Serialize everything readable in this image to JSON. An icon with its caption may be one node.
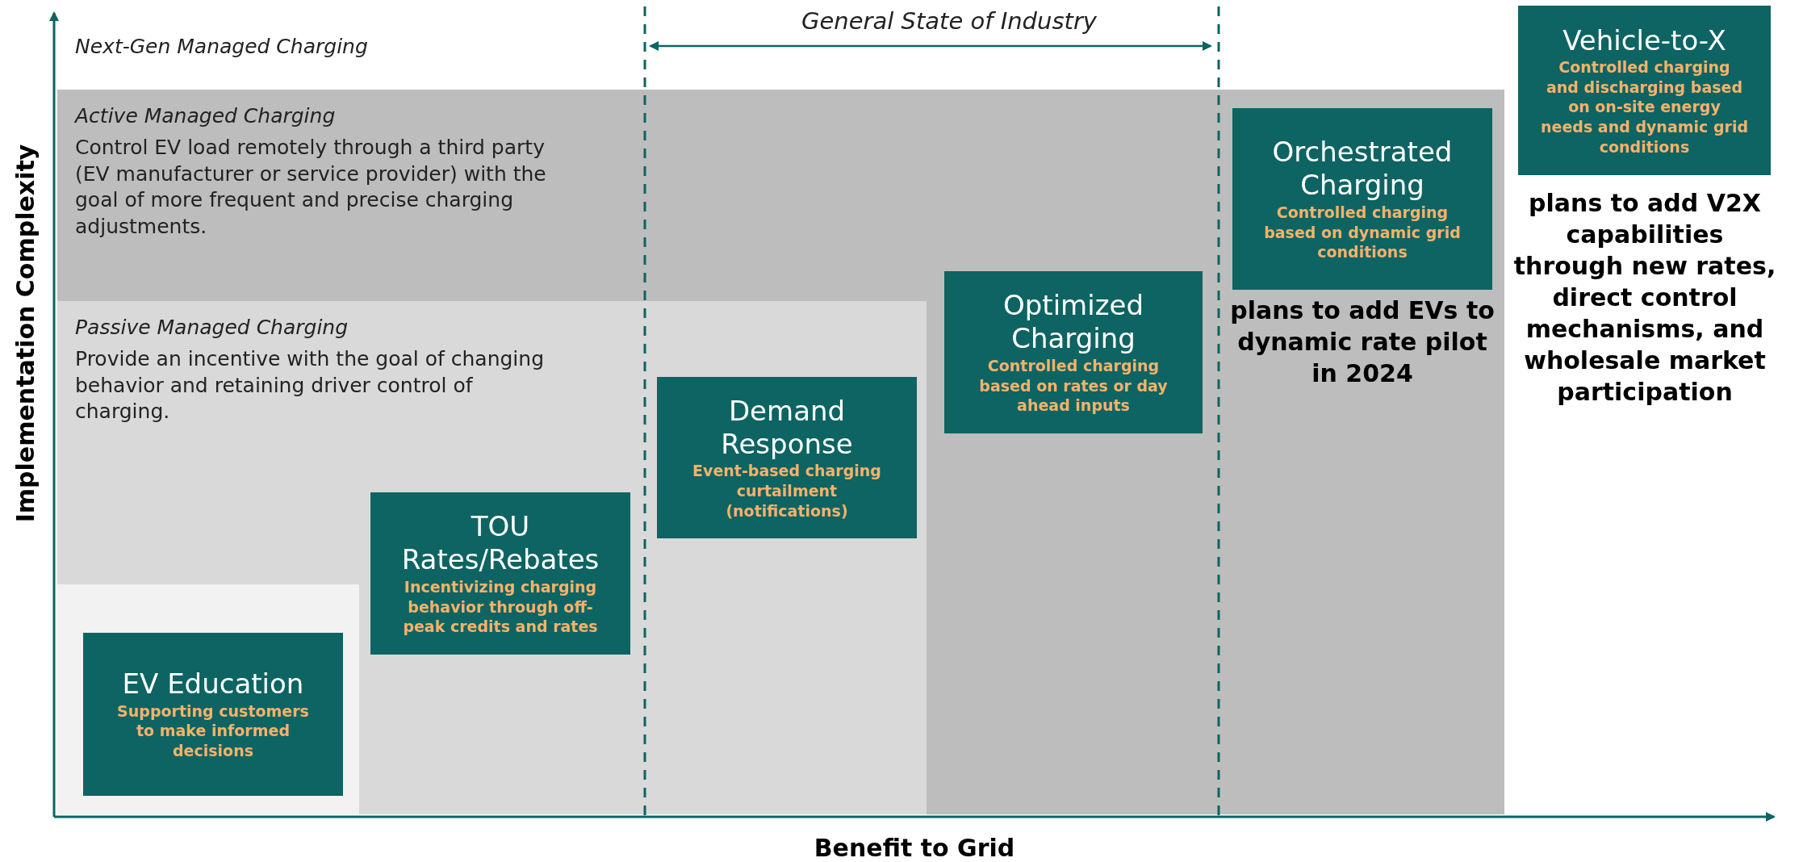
{
  "diagram": {
    "nodes": [
      {
        "text": [
          "Active Managed Charging",
          "Control EV load remotely through a third party (EV manufacturer or service provider) with the goal of more frequent and precise charging adjustments."
        ]
      },
      {
        "text": [
          "Passive Managed Charging",
          "Provide an incentive with the goal of changing behavior and retaining driver control of charging."
        ],
        "in": 0
      },
      {
        "text": [],
        "shape": "box",
        "in": 1
      },
      {
        "text": [
          "EV Education",
          "Supporting customers to make informed decisions"
        ],
        "in": 2
      },
      {
        "text": [
          "TOU Rates/Rebates",
          "Incentivizing charging behavior through off-peak credits and rates"
        ],
        "in": 1
      },
      {
        "text": [
          "Demand Response",
          "Event-based charging curtailment (notifications)"
        ],
        "in": 1
      },
      {
        "text": [
          "Optimized Charging",
          "Controlled charging based on rates or day ahead inputs"
        ],
        "in": 0
      },
      {
        "text": [
          "Orchestrated Charging",
          "Controlled charging based on dynamic grid conditions"
        ],
        "in": 0,
        "beside": [
          "plans to add EVs to dynamic rate pilot in 2024"
        ]
      },
      {
        "text": [
          "Vehicle-to-X",
          "Controlled charging and discharging based on on-site energy needs and dynamic grid conditions"
        ],
        "beside": [
          "plans to add V2X capabilities through new rates, direct control mechanisms, and wholesale market participation"
        ]
      }
    ],
    "edges": [],
    "labels": [
      "General State of Industry",
      "Next-Gen Managed Charging",
      "Implementation Complexity",
      "Benefit to Grid"
    ]
  }
}
